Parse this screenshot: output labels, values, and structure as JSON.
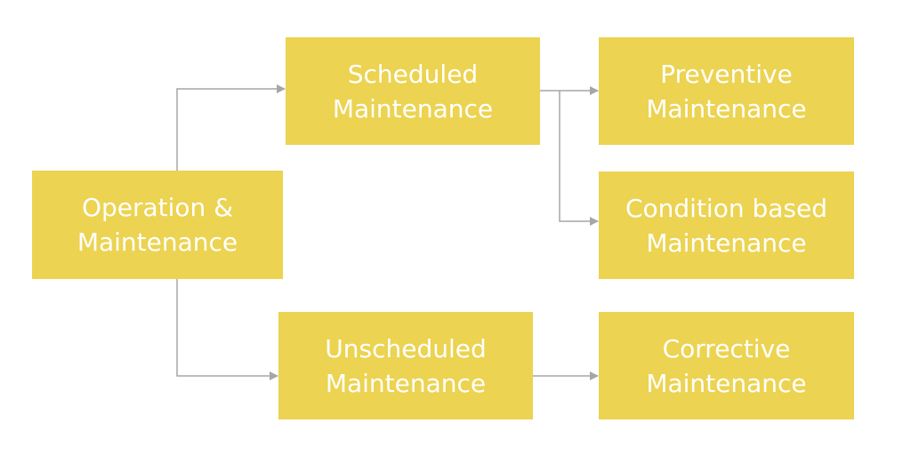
{
  "diagram": {
    "colors": {
      "box_fill": "#ecd351",
      "box_text": "#ffffff",
      "connector": "#a6a6a6"
    },
    "nodes": {
      "operation_maintenance": "Operation &\nMaintenance",
      "scheduled_maintenance": "Scheduled\nMaintenance",
      "unscheduled_maintenance": "Unscheduled\nMaintenance",
      "preventive_maintenance": "Preventive\nMaintenance",
      "condition_based_maintenance": "Condition based\nMaintenance",
      "corrective_maintenance": "Corrective\nMaintenance"
    },
    "edges": [
      {
        "from": "operation_maintenance",
        "to": "scheduled_maintenance"
      },
      {
        "from": "operation_maintenance",
        "to": "unscheduled_maintenance"
      },
      {
        "from": "scheduled_maintenance",
        "to": "preventive_maintenance"
      },
      {
        "from": "scheduled_maintenance",
        "to": "condition_based_maintenance"
      },
      {
        "from": "unscheduled_maintenance",
        "to": "corrective_maintenance"
      }
    ]
  }
}
